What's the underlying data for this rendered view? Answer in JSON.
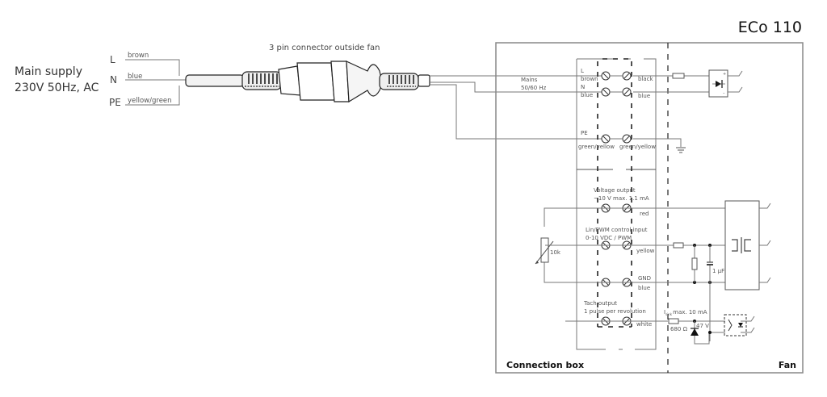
{
  "title": "ECo 110",
  "main_supply": {
    "line1": "Main supply",
    "line2": "230V 50Hz, AC",
    "conductors": [
      {
        "code": "L",
        "color": "brown"
      },
      {
        "code": "N",
        "color": "blue"
      },
      {
        "code": "PE",
        "color": "yellow/green"
      }
    ]
  },
  "connector_label": "3 pin connector outside fan",
  "mains_label": {
    "line1": "Mains",
    "line2": "50/60 Hz"
  },
  "terminals": {
    "L": {
      "code": "L",
      "in": "brown",
      "out": "black"
    },
    "N": {
      "code": "N",
      "in": "blue",
      "out": "blue"
    },
    "PE": {
      "code": "PE",
      "in": "green/yellow",
      "out": "green/yellow"
    },
    "voltage_output": {
      "line1": "Voltage output",
      "line2": "~10 V max. 1.1 mA",
      "wire": "red"
    },
    "control_input": {
      "line1": "Lin/PWM control input",
      "line2": "0-10 VDC / PWM",
      "wire": "yellow"
    },
    "gnd": {
      "label": "GND",
      "wire": "blue"
    },
    "tach": {
      "line1": "Tach output",
      "line2": "1 pulse per revolution",
      "wire": "white"
    }
  },
  "components": {
    "potentiometer": "10k",
    "capacitor": "1 µF",
    "resistor": "680 Ω",
    "current": "I",
    "current_sub": "sink",
    "current_max": "max. 10 mA",
    "zener": "47 V",
    "rectifier_plus": "+",
    "rectifier_minus": "–"
  },
  "sections": {
    "connection_box": "Connection box",
    "fan": "Fan"
  }
}
